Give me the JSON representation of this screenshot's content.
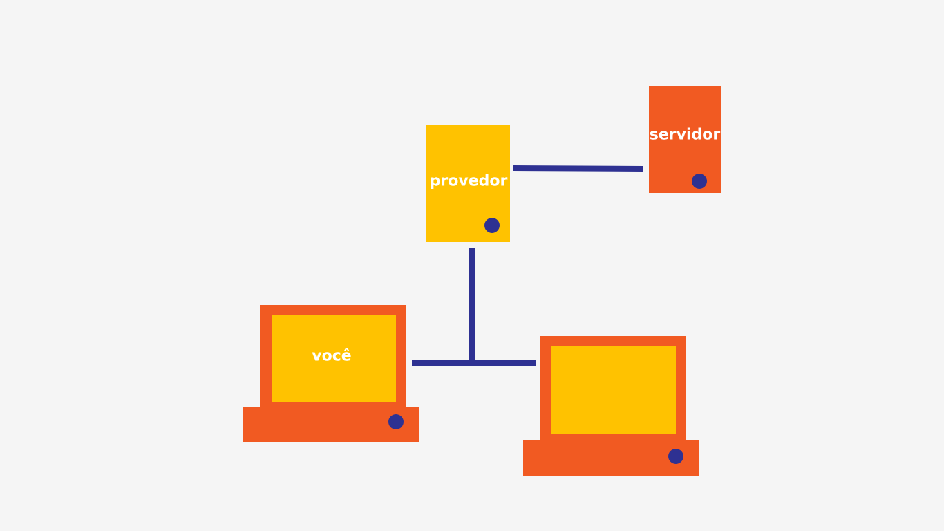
{
  "colors": {
    "background": "#f5f5f5",
    "orange": "#f15a22",
    "yellow": "#ffc200",
    "navy": "#2e3192",
    "label_text": "#ffffff"
  },
  "nodes": {
    "provedor": {
      "label": "provedor",
      "shape": "tower",
      "fill": "yellow"
    },
    "servidor": {
      "label": "servidor",
      "shape": "tower",
      "fill": "orange"
    },
    "voce": {
      "label": "você",
      "shape": "laptop"
    },
    "other_laptop": {
      "label": "",
      "shape": "laptop"
    }
  },
  "connections": [
    {
      "from": "provedor",
      "to": "servidor"
    },
    {
      "from": "provedor",
      "to": "voce"
    },
    {
      "from": "provedor",
      "to": "other_laptop"
    }
  ],
  "icons": {
    "tower": "server-tower-icon",
    "laptop": "laptop-icon",
    "power": "power-dot-icon"
  }
}
